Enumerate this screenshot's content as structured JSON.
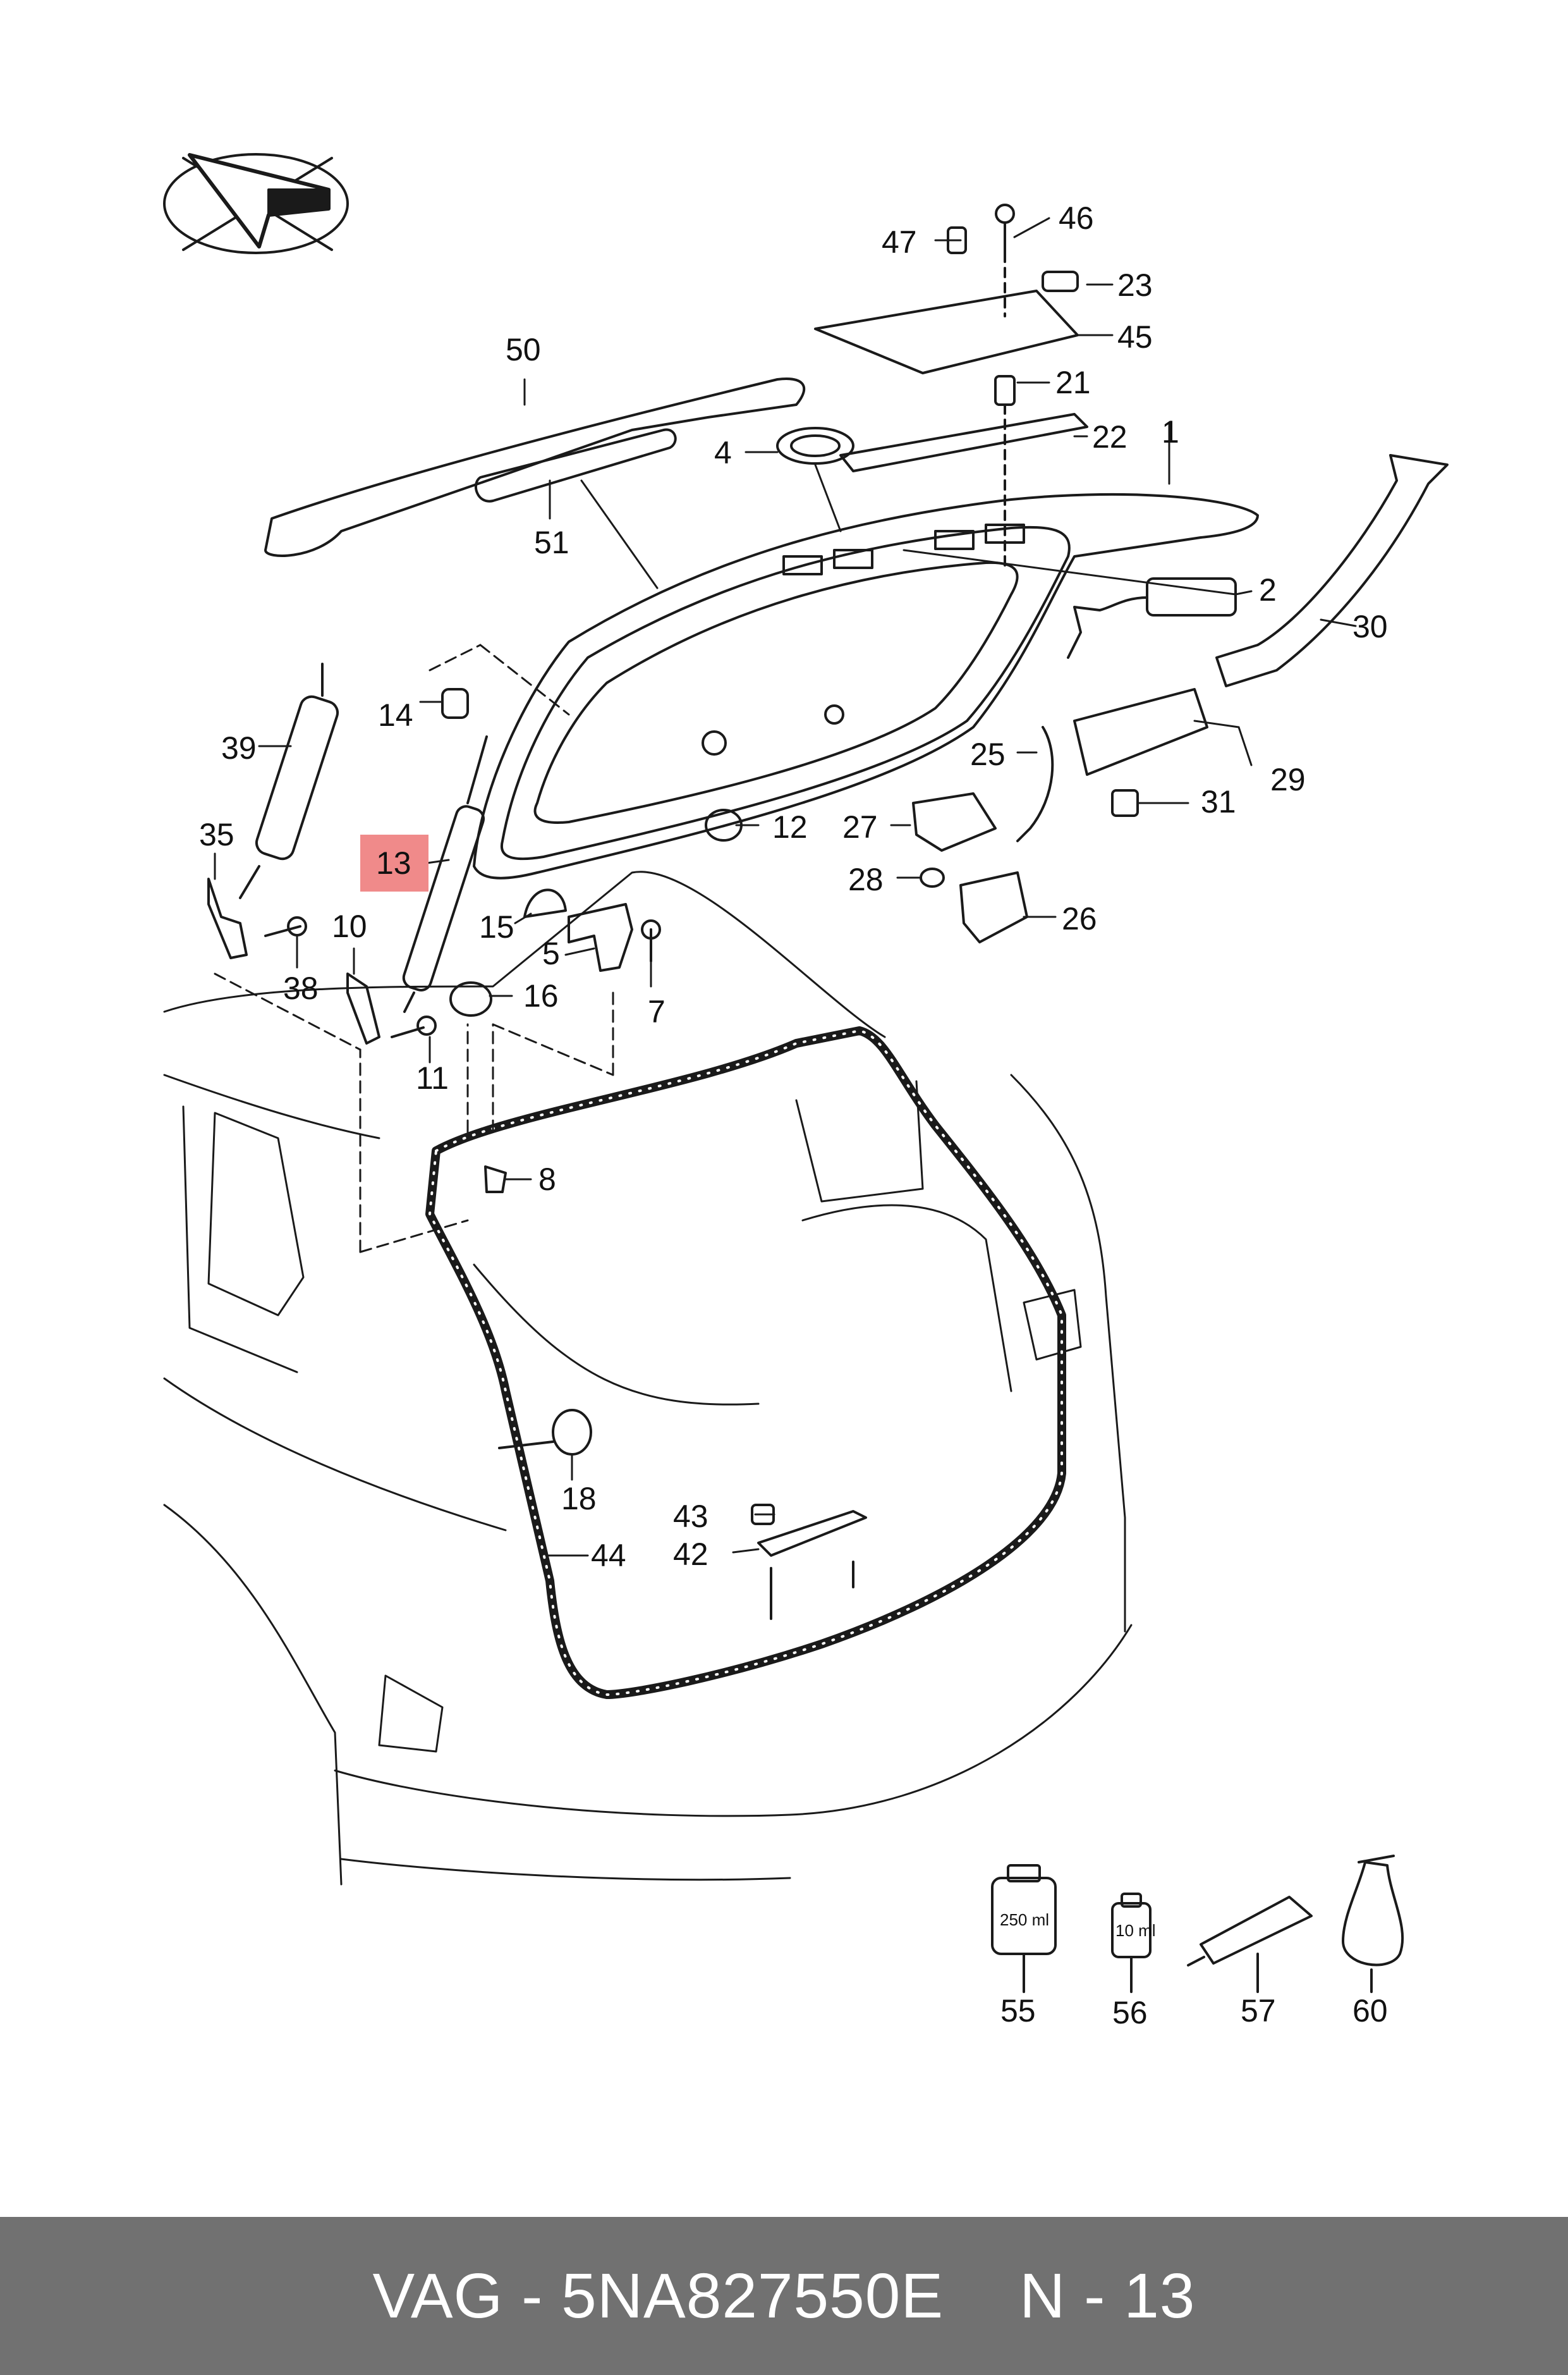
{
  "footer": {
    "part_ref": "VAG - 5NA827550E",
    "page_ref": "N - 13",
    "background": "#717171",
    "text_color": "#ffffff"
  },
  "diagram": {
    "icon": "direction-arrow-icon",
    "highlight_color": "#f08a8a",
    "highlighted_callout": "13",
    "callouts": [
      "1",
      "2",
      "4",
      "5",
      "7",
      "8",
      "10",
      "11",
      "12",
      "13",
      "14",
      "15",
      "16",
      "18",
      "21",
      "22",
      "23",
      "25",
      "26",
      "27",
      "28",
      "29",
      "30",
      "31",
      "35",
      "38",
      "39",
      "42",
      "43",
      "44",
      "45",
      "46",
      "47",
      "50",
      "51",
      "55",
      "56",
      "57",
      "60"
    ],
    "labels": {
      "bottle_large": "250 ml",
      "bottle_small": "10 ml"
    }
  }
}
